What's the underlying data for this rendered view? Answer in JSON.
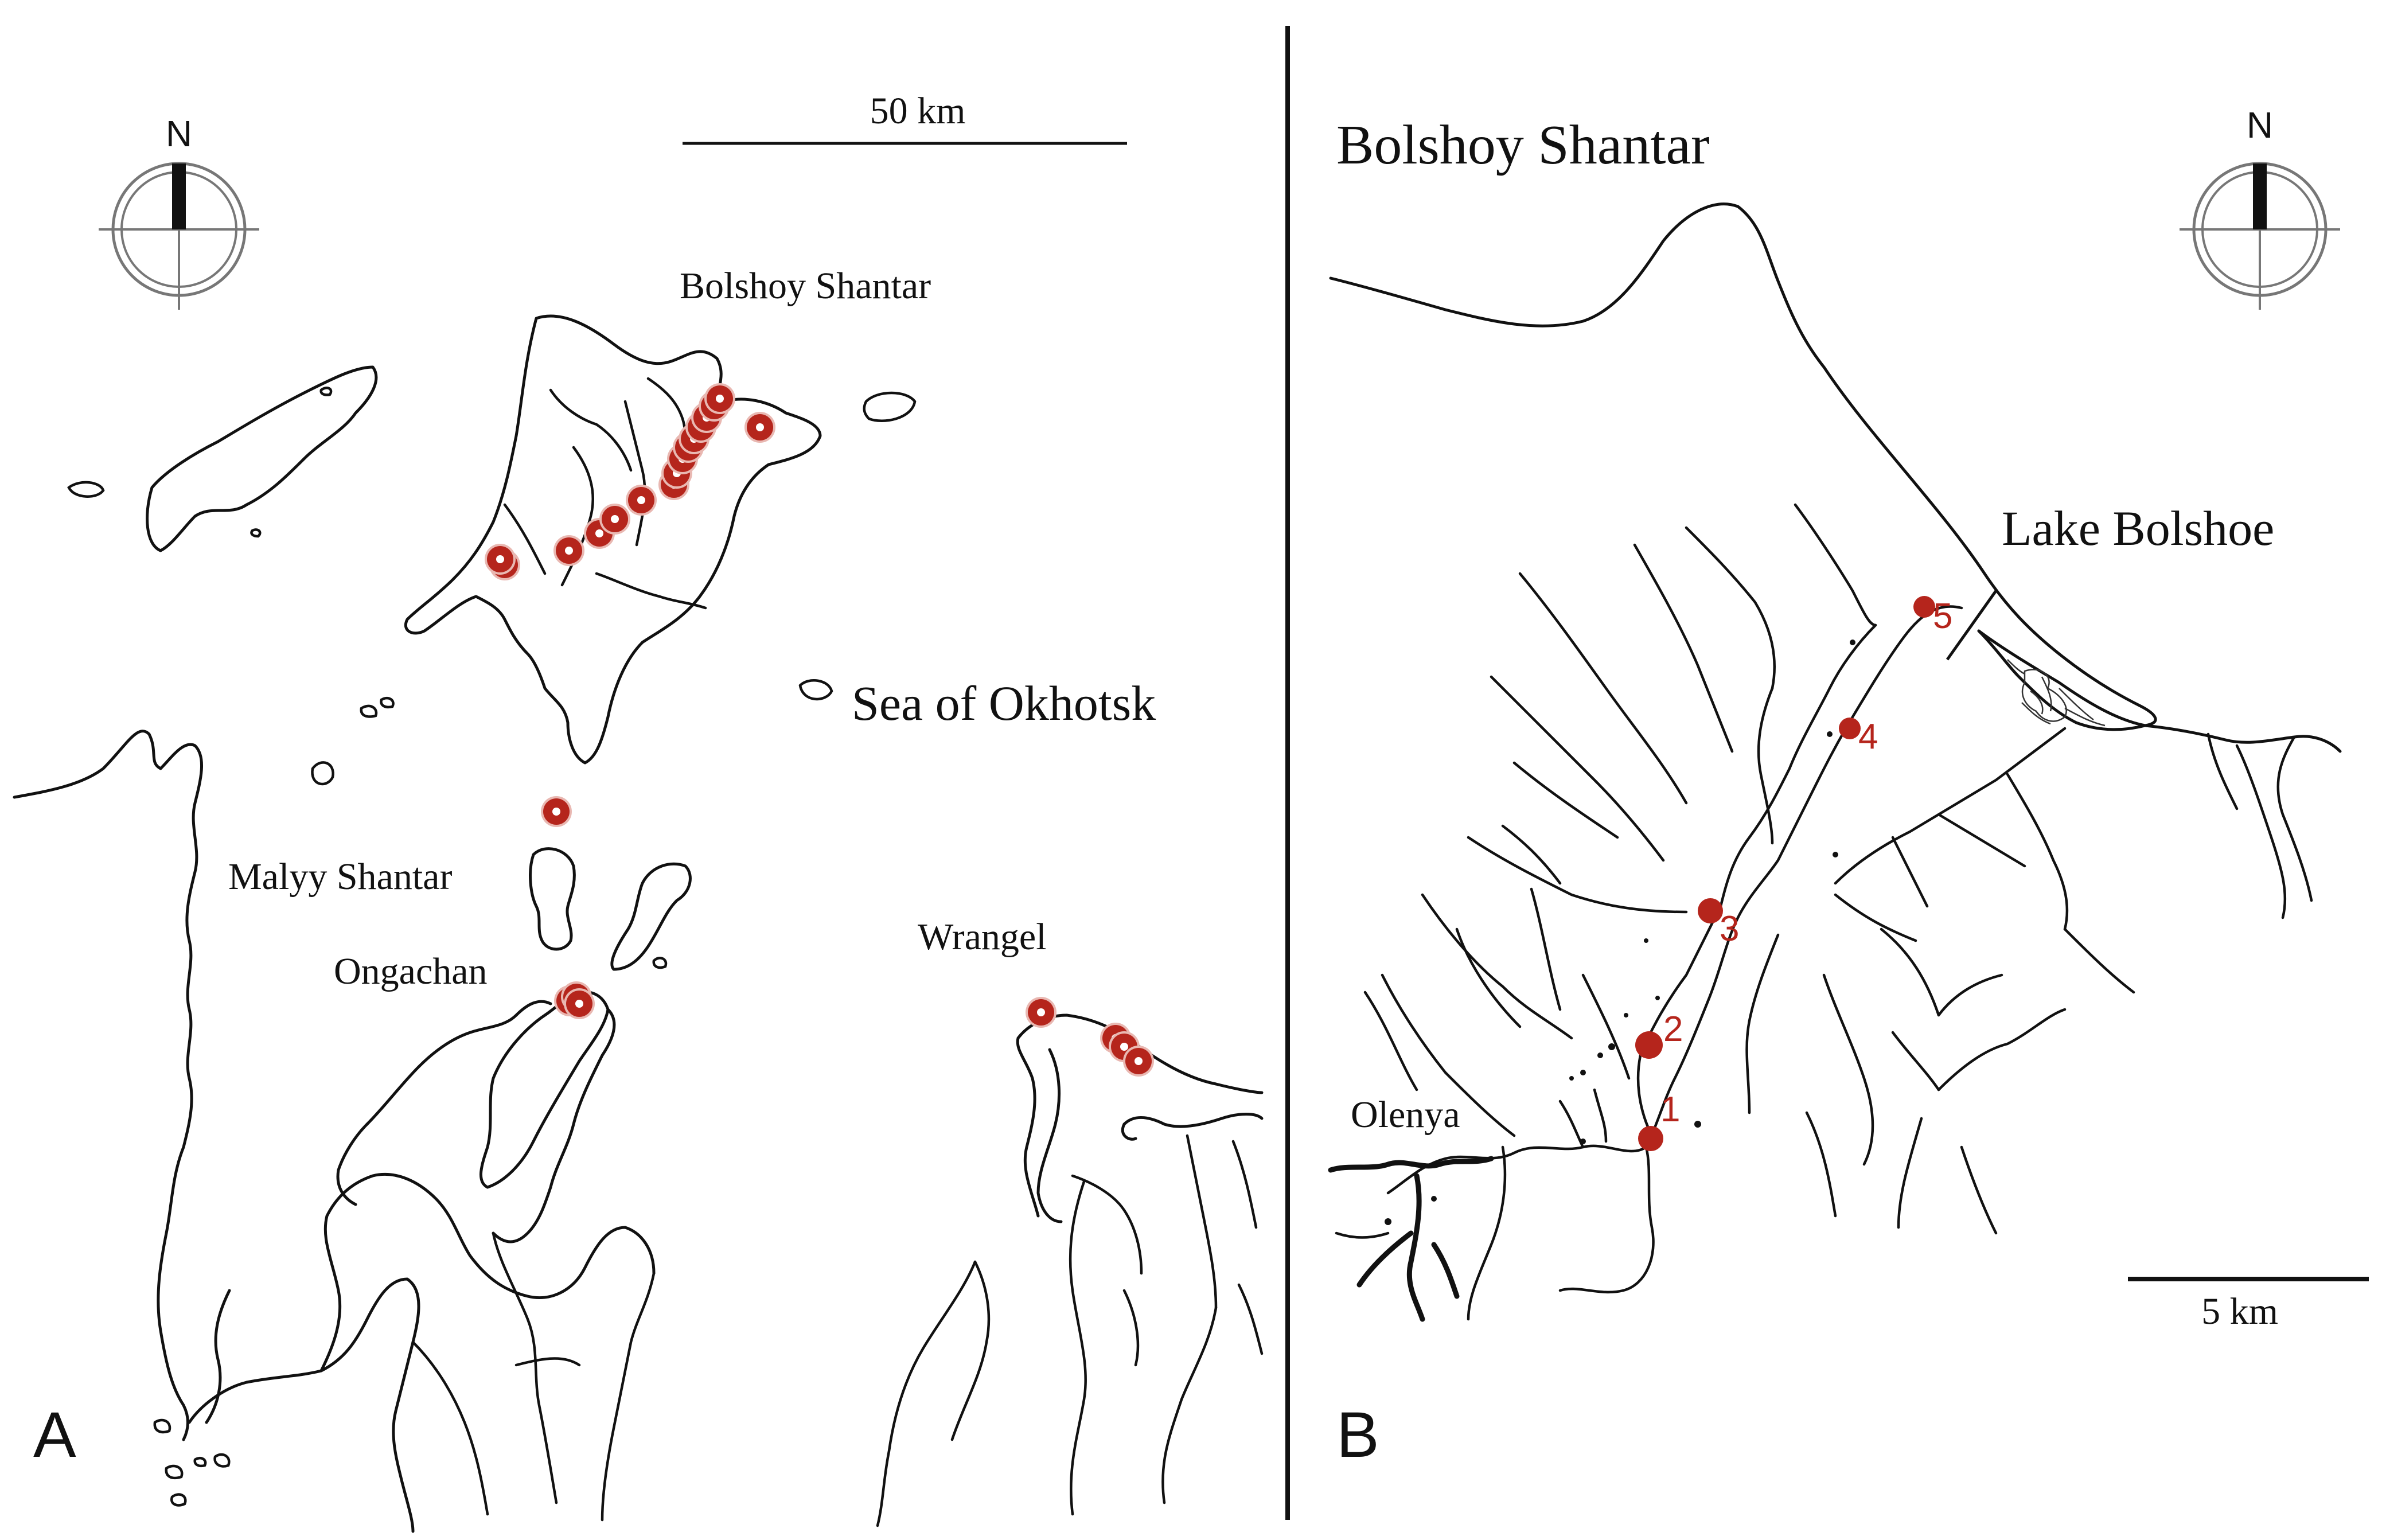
{
  "colors": {
    "site_marker": "#b5251c",
    "site_marker_ring": "#e9b8b2",
    "line": "#111111",
    "background": "#ffffff"
  },
  "panel_a": {
    "panel_letter": "A",
    "north_label": "N",
    "scale_label": "50 km",
    "labels": {
      "bolshoy_shantar": "Bolshoy Shantar",
      "sea": "Sea of Okhotsk",
      "malyy_shantar": "Malyy Shantar",
      "ongachan": "Ongachan",
      "wrangel": "Wrangel"
    }
  },
  "panel_b": {
    "panel_letter": "B",
    "north_label": "N",
    "title": "Bolshoy Shantar",
    "scale_label": "5 km",
    "lake_label": "Lake Bolshoe",
    "olenya_label": "Olenya",
    "sites": [
      "1",
      "2",
      "3",
      "4",
      "5"
    ]
  }
}
